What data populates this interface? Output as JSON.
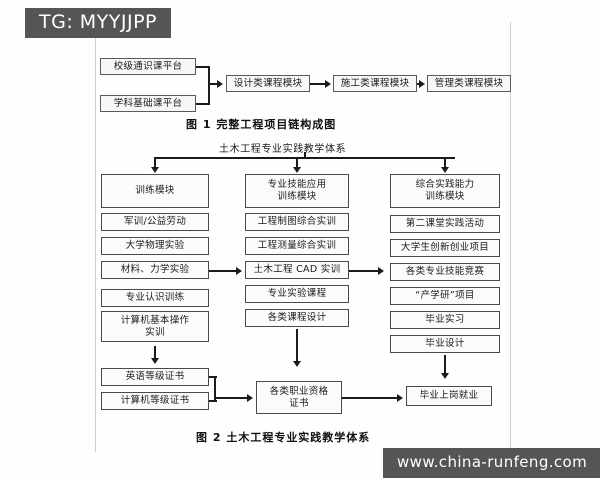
{
  "watermarks": {
    "tg_banner": "TG: MYYJJPP",
    "site_url": "www.china-runfeng.com"
  },
  "figure1": {
    "caption": "图 1  完整工程项目链构成图",
    "inputs": [
      {
        "label": "校级通识课平台"
      },
      {
        "label": "学科基础课平台"
      }
    ],
    "chain": [
      {
        "label": "设计类课程模块"
      },
      {
        "label": "施工类课程模块"
      },
      {
        "label": "管理类课程模块"
      }
    ]
  },
  "figure2": {
    "caption": "图 2  土木工程专业实践教学体系",
    "root_title": "土木工程专业实践教学体系",
    "columns": [
      {
        "header": "训练模块",
        "items": [
          {
            "label": "军训/公益劳动"
          },
          {
            "label": "大学物理实验"
          },
          {
            "label": "材料、力学实验"
          },
          {
            "label": "专业认识训练"
          },
          {
            "label": "计算机基本操作\n实训"
          },
          {
            "label": "英语等级证书"
          },
          {
            "label": "计算机等级证书"
          }
        ]
      },
      {
        "header": "专业技能应用\n训练模块",
        "items": [
          {
            "label": "工程制图综合实训"
          },
          {
            "label": "工程测量综合实训"
          },
          {
            "label": "土木工程 CAD 实训"
          },
          {
            "label": "专业实验课程"
          },
          {
            "label": "各类课程设计"
          }
        ]
      },
      {
        "header": "综合实践能力\n训练模块",
        "items": [
          {
            "label": "第二课堂实践活动"
          },
          {
            "label": "大学生创新创业项目"
          },
          {
            "label": "各类专业技能竞赛"
          },
          {
            "label": "“产学研”项目"
          },
          {
            "label": "毕业实习"
          },
          {
            "label": "毕业设计"
          }
        ]
      }
    ],
    "outcomes": [
      {
        "label": "各类职业资格\n证书"
      },
      {
        "label": "毕业上岗就业"
      }
    ]
  },
  "colors": {
    "banner_bg": "#555555",
    "banner_text": "#ffffff",
    "box_border": "#4a4a4a",
    "line": "#1b1b1b",
    "page_bg": "#fefefe"
  }
}
